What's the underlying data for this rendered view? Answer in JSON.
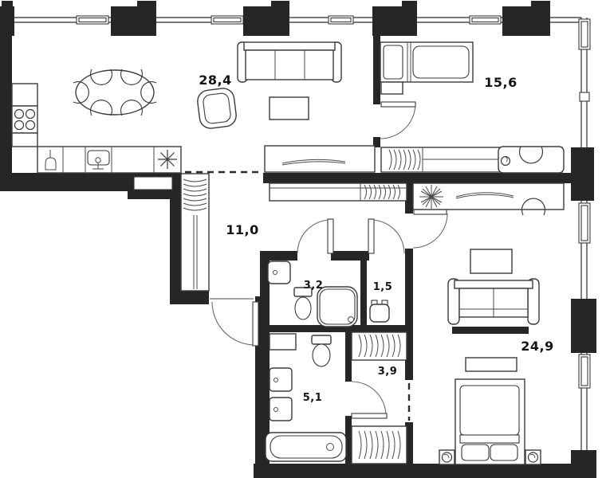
{
  "plan": {
    "type": "apartment-floor-plan",
    "colors": {
      "background": "#ffffff",
      "wall": "#262626",
      "furniture_line": "#3a3a3a"
    },
    "rooms": [
      {
        "id": "kitchen-living-room",
        "area_label": "28,4"
      },
      {
        "id": "bedroom-1",
        "area_label": "15,6"
      },
      {
        "id": "hallway",
        "area_label": "11,0"
      },
      {
        "id": "bathroom-small",
        "area_label": "3,2"
      },
      {
        "id": "wc",
        "area_label": "1,5"
      },
      {
        "id": "bedroom-2",
        "area_label": "24,9"
      },
      {
        "id": "hall-closet",
        "area_label": "3,9"
      },
      {
        "id": "bathroom-large",
        "area_label": "5,1"
      }
    ]
  }
}
